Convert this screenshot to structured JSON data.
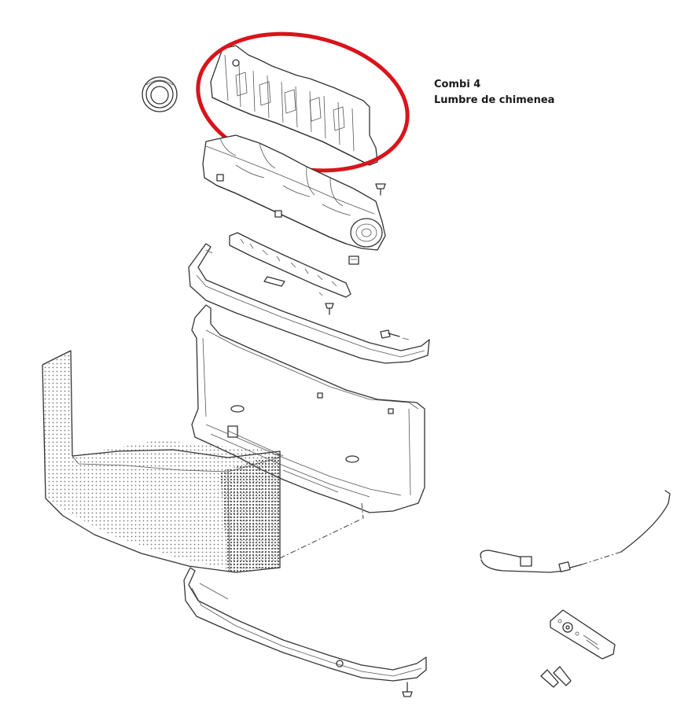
{
  "caption": {
    "line1": "Combi 4",
    "line2": "Lumbre de chimenea"
  },
  "highlight": {
    "color": "#d7151b"
  },
  "parts": [
    "knob",
    "log-bracket",
    "log-set",
    "screw-1",
    "clip",
    "control-board",
    "top-trim",
    "screw-2",
    "screw-3",
    "firebox-housing",
    "mesh-front-panel",
    "bottom-trim",
    "screw-4",
    "power-cable",
    "remote-control",
    "batteries"
  ]
}
